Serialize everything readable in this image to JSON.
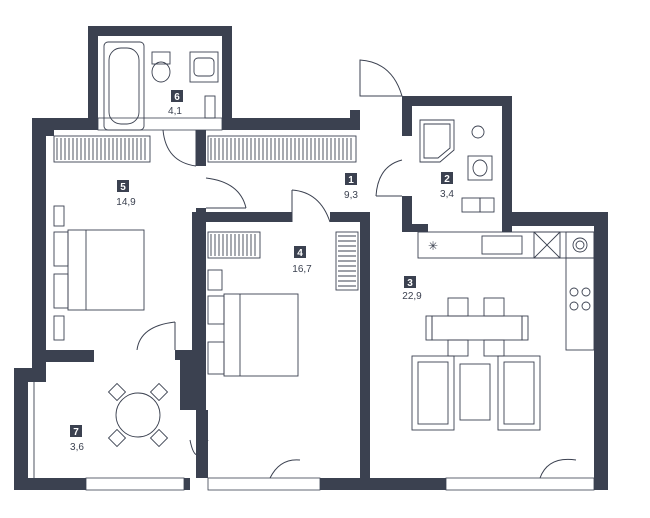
{
  "rooms": [
    {
      "number": "1",
      "area": "9,3"
    },
    {
      "number": "2",
      "area": "3,4"
    },
    {
      "number": "3",
      "area": "22,9"
    },
    {
      "number": "4",
      "area": "16,7"
    },
    {
      "number": "5",
      "area": "14,9"
    },
    {
      "number": "6",
      "area": "4,1"
    },
    {
      "number": "7",
      "area": "3,6"
    }
  ],
  "colors": {
    "wall": "#3b4150",
    "background": "#ffffff"
  }
}
